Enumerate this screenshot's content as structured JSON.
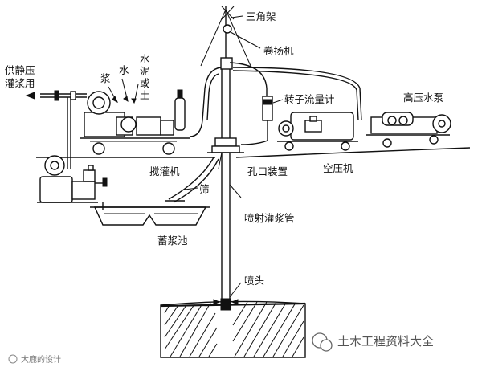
{
  "labels": {
    "tripod": "三角架",
    "winch": "卷扬机",
    "rotor_flowmeter": "转子流量计",
    "high_pressure_pump": "高压水泵",
    "air_compressor": "空压机",
    "hole_device": "孔口装置",
    "mixer": "搅灌机",
    "screen": "筛",
    "jet_pipe": "喷射灌浆管",
    "slurry_tank": "蓄浆池",
    "nozzle": "喷头",
    "slurry": "浆",
    "water": "水",
    "cement_or_soil": [
      "水",
      "泥",
      "或",
      "土"
    ],
    "static_supply": [
      "供静压",
      "灌浆用"
    ]
  },
  "watermarks": {
    "main": "土木工程资料大全",
    "corner": "大鹿的设计"
  }
}
